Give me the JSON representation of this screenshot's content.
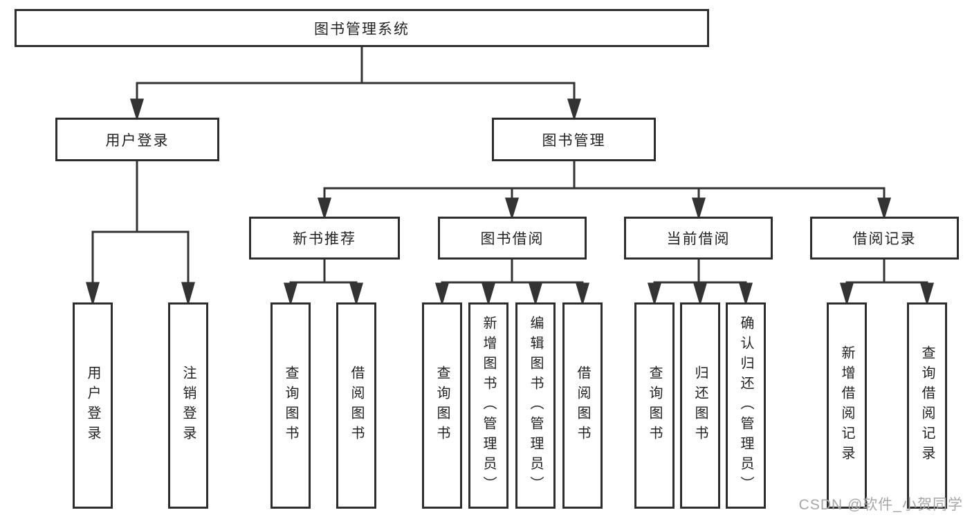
{
  "diagram_type": "hierarchy",
  "tree": {
    "label": "图书管理系统",
    "children": [
      {
        "label": "用户登录",
        "children": [
          {
            "label": "用户登录"
          },
          {
            "label": "注销登录"
          }
        ]
      },
      {
        "label": "图书管理",
        "children": [
          {
            "label": "新书推荐",
            "children": [
              {
                "label": "查询图书"
              },
              {
                "label": "借阅图书"
              }
            ]
          },
          {
            "label": "图书借阅",
            "children": [
              {
                "label": "查询图书"
              },
              {
                "label": "新增图书（管理员）"
              },
              {
                "label": "编辑图书（管理员）"
              },
              {
                "label": "借阅图书"
              }
            ]
          },
          {
            "label": "当前借阅",
            "children": [
              {
                "label": "查询图书"
              },
              {
                "label": "归还图书"
              },
              {
                "label": "确认归还（管理员）"
              }
            ]
          },
          {
            "label": "借阅记录",
            "children": [
              {
                "label": "新增借阅记录"
              },
              {
                "label": "查询借阅记录"
              }
            ]
          }
        ]
      }
    ]
  },
  "watermark": {
    "text": "CSDN @软件_小贺同学"
  },
  "colors": {
    "line": "#333333",
    "box_border": "#2d2d2d",
    "text": "#222222",
    "background": "#ffffff",
    "watermark": "#a6a6a6"
  }
}
